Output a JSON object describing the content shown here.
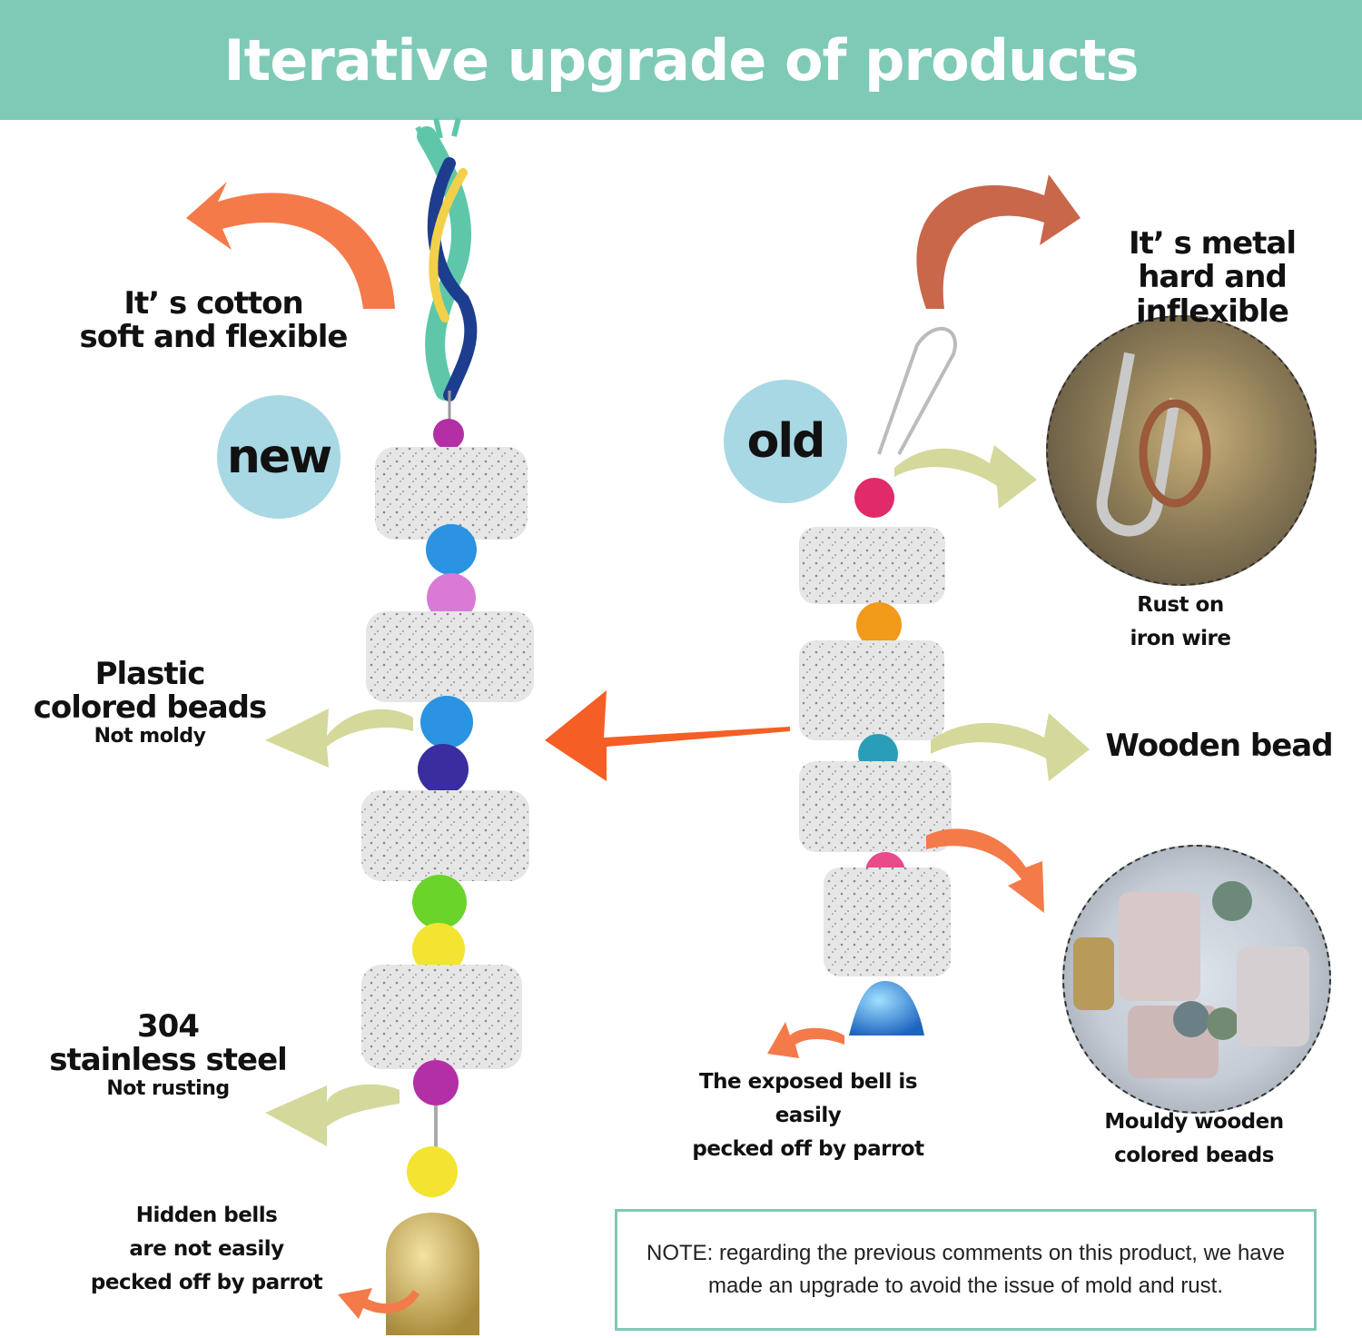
{
  "title": "Iterative upgrade of products",
  "badges": {
    "new": "new",
    "old": "old"
  },
  "new_side": {
    "cotton": [
      "It’ s cotton",
      "soft and flexible"
    ],
    "plastic": {
      "title": [
        "Plastic",
        "colored beads"
      ],
      "sub": "Not moldy"
    },
    "steel": {
      "title": [
        "304",
        "stainless steel"
      ],
      "sub": "Not rusting"
    },
    "bells": [
      "Hidden bells",
      "are not easily",
      "pecked off by parrot"
    ]
  },
  "old_side": {
    "metal": [
      "It’ s metal",
      "hard and inflexible"
    ],
    "rust": [
      "Rust on",
      "iron wire"
    ],
    "wooden": "Wooden bead",
    "bell": [
      "The exposed bell is easily",
      "pecked off by parrot"
    ],
    "mould": [
      "Mouldy wooden",
      "colored beads"
    ]
  },
  "note": {
    "line1": "NOTE:  regarding the previous comments on this product, we have",
    "line2": "made an upgrade to avoid the issue of mold and rust."
  },
  "colors": {
    "banner": "#7ecab6",
    "badge": "#a8d8e4",
    "arrow_orange": "#f47a4a",
    "arrow_olive": "#d4d89a",
    "arrow_brown": "#c9674a"
  }
}
